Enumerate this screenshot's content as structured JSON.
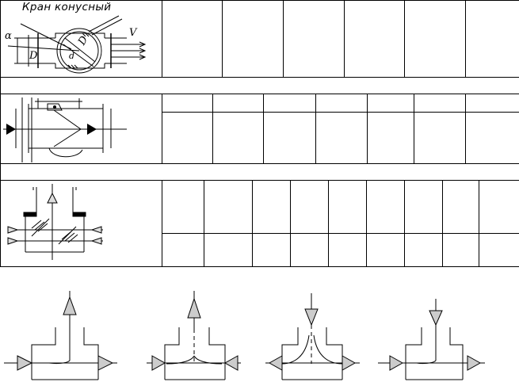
{
  "row1": {
    "title": "Кран конусный",
    "symbols": {
      "alpha": "α",
      "D_left": "D",
      "D_inner": "D",
      "d_inner": "d",
      "V": "V"
    }
  }
}
